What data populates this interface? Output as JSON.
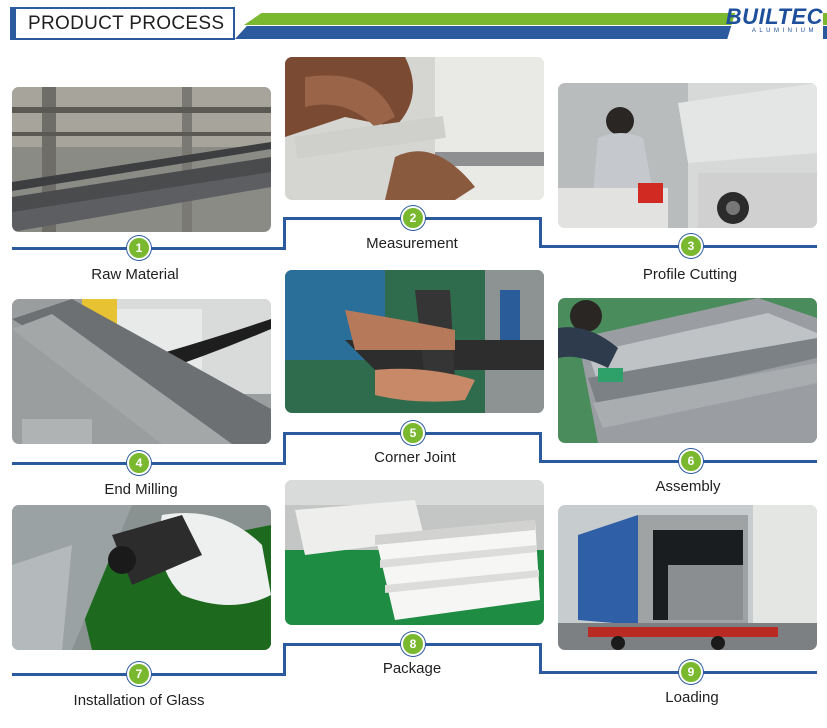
{
  "header": {
    "title": "PRODUCT PROCESS",
    "logo_name": "BUILTEC",
    "logo_sub": "ALUMINIUM"
  },
  "colors": {
    "blue": "#2c5a9e",
    "green": "#7ab830"
  },
  "steps": [
    {
      "number": "1",
      "label": "Raw Material"
    },
    {
      "number": "2",
      "label": "Measurement"
    },
    {
      "number": "3",
      "label": "Profile Cutting"
    },
    {
      "number": "4",
      "label": "End Milling"
    },
    {
      "number": "5",
      "label": "Corner Joint"
    },
    {
      "number": "6",
      "label": "Assembly"
    },
    {
      "number": "7",
      "label": "Installation of Glass"
    },
    {
      "number": "8",
      "label": "Package"
    },
    {
      "number": "9",
      "label": "Loading"
    }
  ]
}
